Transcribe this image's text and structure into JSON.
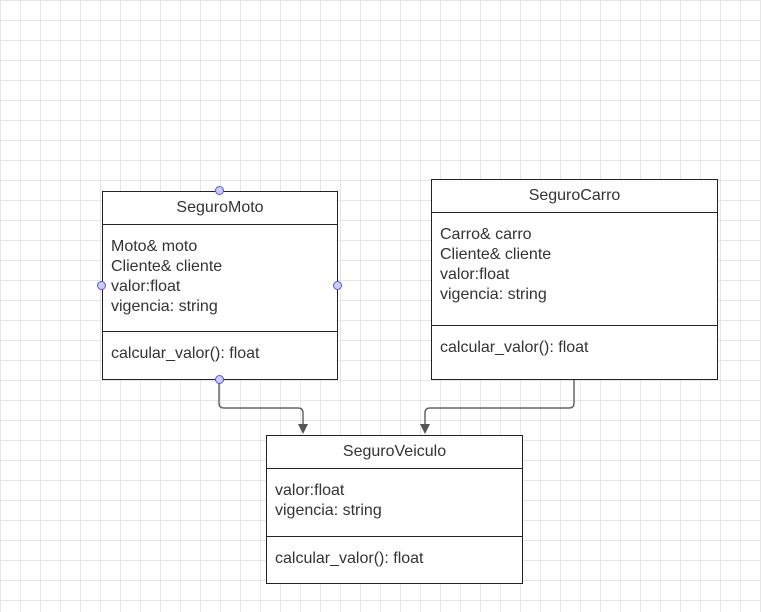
{
  "diagram": {
    "classes": {
      "seguro_moto": {
        "name": "SeguroMoto",
        "attributes": [
          "Moto& moto",
          "Cliente& cliente",
          "valor:float",
          "vigencia: string"
        ],
        "methods": [
          "calcular_valor(): float"
        ]
      },
      "seguro_carro": {
        "name": "SeguroCarro",
        "attributes": [
          "Carro& carro",
          "Cliente& cliente",
          "valor:float",
          "vigencia: string"
        ],
        "methods": [
          "calcular_valor(): float"
        ]
      },
      "seguro_veiculo": {
        "name": "SeguroVeiculo",
        "attributes": [
          "valor:float",
          "vigencia: string"
        ],
        "methods": [
          "calcular_valor(): float"
        ]
      }
    },
    "relationships": [
      {
        "from": "SeguroMoto",
        "to": "SeguroVeiculo"
      },
      {
        "from": "SeguroCarro",
        "to": "SeguroVeiculo"
      }
    ],
    "colors": {
      "grid": "#e6e6e6",
      "border": "#222222",
      "connector": "#666666",
      "handle_fill": "#ccccff",
      "handle_stroke": "#5555dd"
    }
  }
}
